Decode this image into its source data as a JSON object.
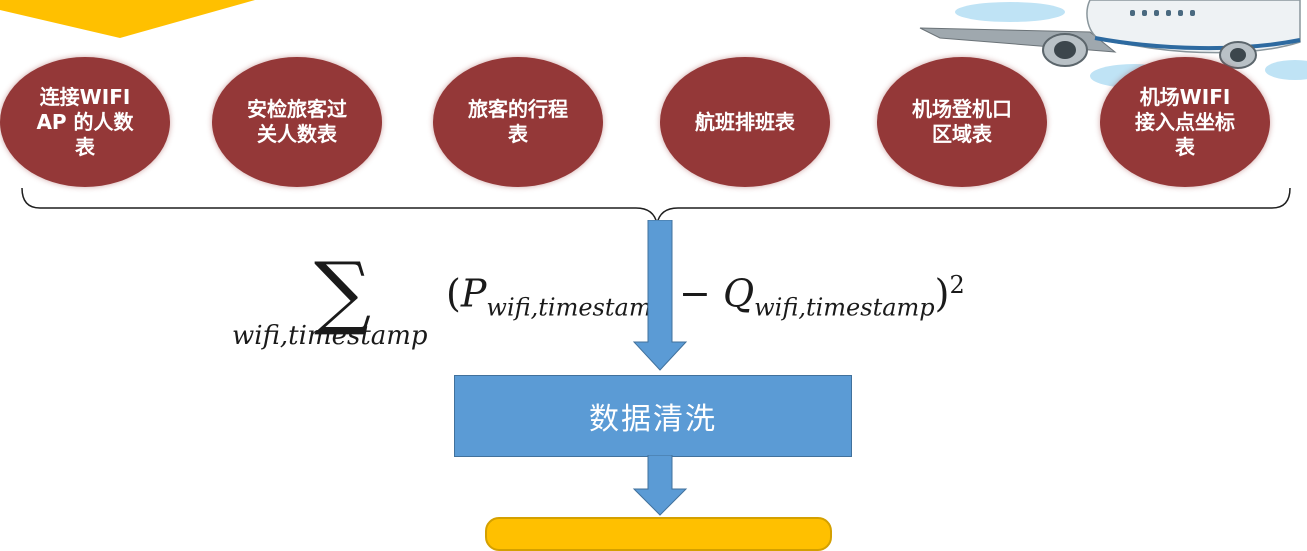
{
  "circles": [
    {
      "label": "连接WIFI AP 的人数表"
    },
    {
      "label": "安检旅客过关人数表"
    },
    {
      "label": "旅客的行程表"
    },
    {
      "label": "航班排班表"
    },
    {
      "label": "机场登机口区域表"
    },
    {
      "label": "机场WIFI接入点坐标表"
    }
  ],
  "formula": {
    "sum_symbol": "∑",
    "subscript": "wifi,timestamp",
    "P": "P",
    "P_sub": "wifi,timestamp",
    "minus": "−",
    "Q": "Q",
    "Q_sub": "wifi,timestamp",
    "exponent": "2"
  },
  "process_box": {
    "label": "数据清洗"
  },
  "colors": {
    "circle": "#943838",
    "box": "#5b9bd5",
    "arrow": "#5b9bd5",
    "banner": "#ffc000"
  }
}
